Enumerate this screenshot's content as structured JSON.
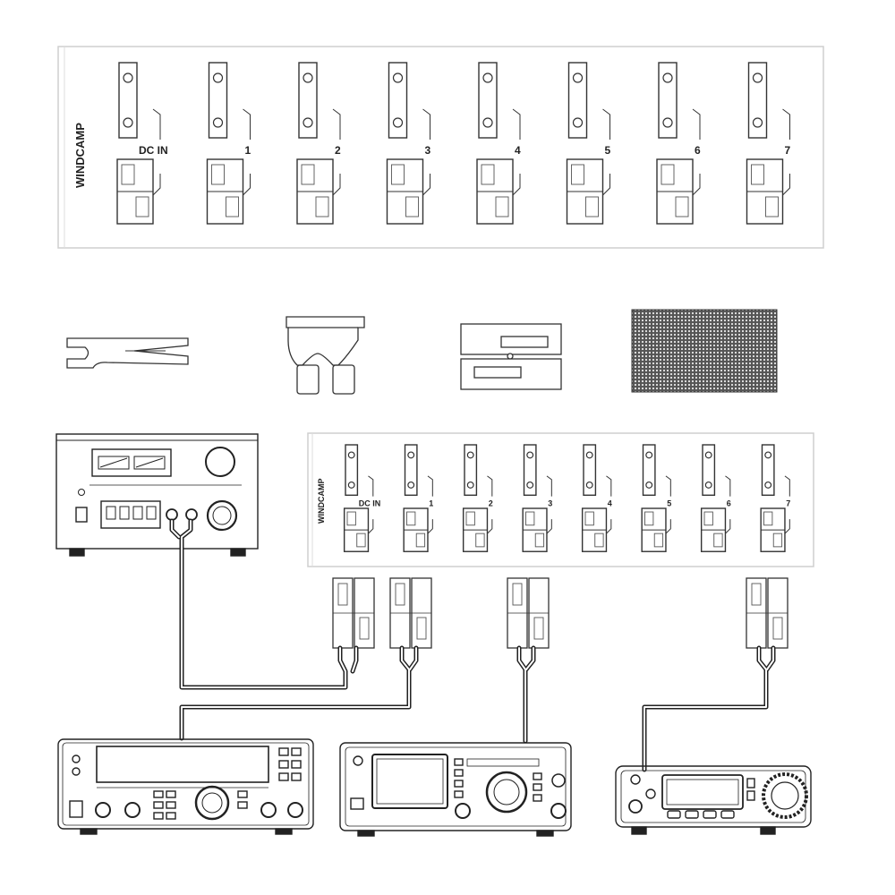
{
  "top_panel": {
    "brand": "WINDCAMP",
    "port_labels": [
      "DC IN",
      "1",
      "2",
      "3",
      "4",
      "5",
      "6",
      "7"
    ]
  },
  "bottom_panel": {
    "brand": "WINDCAMP",
    "port_labels": [
      "DC IN",
      "1",
      "2",
      "3",
      "4",
      "5",
      "6",
      "7"
    ]
  },
  "accessories": [
    "removal-tool",
    "blade-fuse",
    "powerpole-connector",
    "hook-and-loop-pad"
  ],
  "devices": [
    "power-supply",
    "hf-transceiver-large",
    "hf-transceiver-medium",
    "mobile-transceiver-small"
  ],
  "colors": {
    "line": "#222222",
    "panel_stroke": "#cccccc",
    "port_stroke": "#333333"
  }
}
